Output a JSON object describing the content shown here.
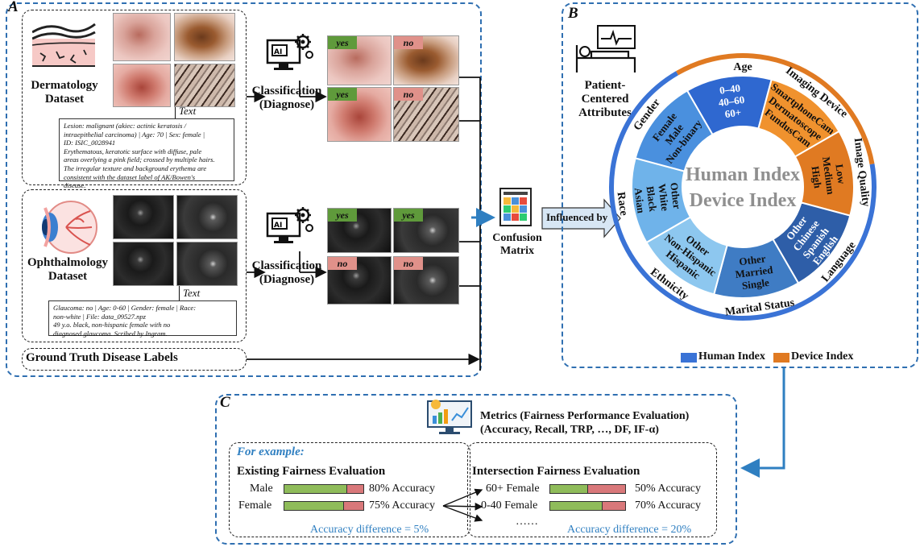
{
  "panel_a": {
    "label": "A",
    "derm_dataset": [
      "Dermatology",
      "Dataset"
    ],
    "oph_dataset": [
      "Ophthalmology",
      "Dataset"
    ],
    "text_label": "Text",
    "derm_text": [
      "Lesion: malignant (akiec: actinic keratosis /",
      "intraepithelial carcinoma) | Age: 70 | Sex: female |",
      "ID: ISIC_0028941",
      "Erythematous, keratotic surface with diffuse, pale",
      "areas overlying a pink field; crossed by multiple hairs.",
      "The irregular texture and background erythema are",
      "consistent with the dataset label of AK/Bowen's",
      "disease."
    ],
    "oph_text": [
      "Glaucoma: no | Age: 0-60 | Gender: female | Race:",
      "non-white | File: data_09527.npz",
      "49 y.o. black, non-hispanic female with no",
      "diagnosed glaucoma. Scribed by Ingram."
    ],
    "classification": [
      "Classification",
      "(Diagnose)"
    ],
    "derm_tags": [
      "yes",
      "no",
      "yes",
      "no"
    ],
    "oph_tags": [
      "yes",
      "yes",
      "no",
      "no"
    ],
    "ground_truth": "Ground Truth Disease Labels",
    "confusion": [
      "Confusion",
      "Matrix"
    ],
    "influenced_by": "Influenced by"
  },
  "panel_b": {
    "label": "B",
    "patient_attrs": [
      "Patient-",
      "Centered",
      "Attributes"
    ],
    "center": [
      "Human Index",
      "Device Index"
    ],
    "outer_labels": [
      "Age",
      "Imaging Device",
      "Image Quality",
      "Language",
      "Marital Status",
      "Ethnicity",
      "Race",
      "Gender"
    ],
    "segments": {
      "age": [
        "0–40",
        "40–60",
        "60+"
      ],
      "device": [
        "SmartphoneCam",
        "Dermatoscope",
        "FundusCam"
      ],
      "quality": [
        "Low",
        "Medium",
        "High"
      ],
      "language": [
        "Other",
        "Chinese",
        "Spanish",
        "English"
      ],
      "marital": [
        "Other",
        "Married",
        "Single"
      ],
      "ethnicity": [
        "Other",
        "Non-Hispanic",
        "Hispanic"
      ],
      "race": [
        "Other",
        "White",
        "Black",
        "Asian"
      ],
      "gender": [
        "Female",
        "Male",
        "Non-binary"
      ]
    },
    "legend": [
      "Human Index",
      "Device Index"
    ],
    "colors": {
      "human": "#3a73d6",
      "device": "#e07a22"
    }
  },
  "panel_c": {
    "label": "C",
    "metrics_title": "Metrics (Fairness Performance Evaluation)",
    "metrics_sub": "(Accuracy, Recall, TRP, …, DF, IF-α)",
    "for_example": "For example:",
    "existing_title": "Existing Fairness Evaluation",
    "intersection_title": "Intersection Fairness Evaluation",
    "existing_rows": [
      {
        "label": "Male",
        "acc_text": "80% Accuracy",
        "acc": 0.8
      },
      {
        "label": "Female",
        "acc_text": "75% Accuracy",
        "acc": 0.75
      }
    ],
    "inter_rows": [
      {
        "label": "60+ Female",
        "acc_text": "50% Accuracy",
        "acc": 0.5
      },
      {
        "label": "0-40 Female",
        "acc_text": "70% Accuracy",
        "acc": 0.7
      }
    ],
    "ellipsis": "……",
    "existing_diff": "Accuracy difference = 5%",
    "inter_diff": "Accuracy difference = 20%"
  }
}
